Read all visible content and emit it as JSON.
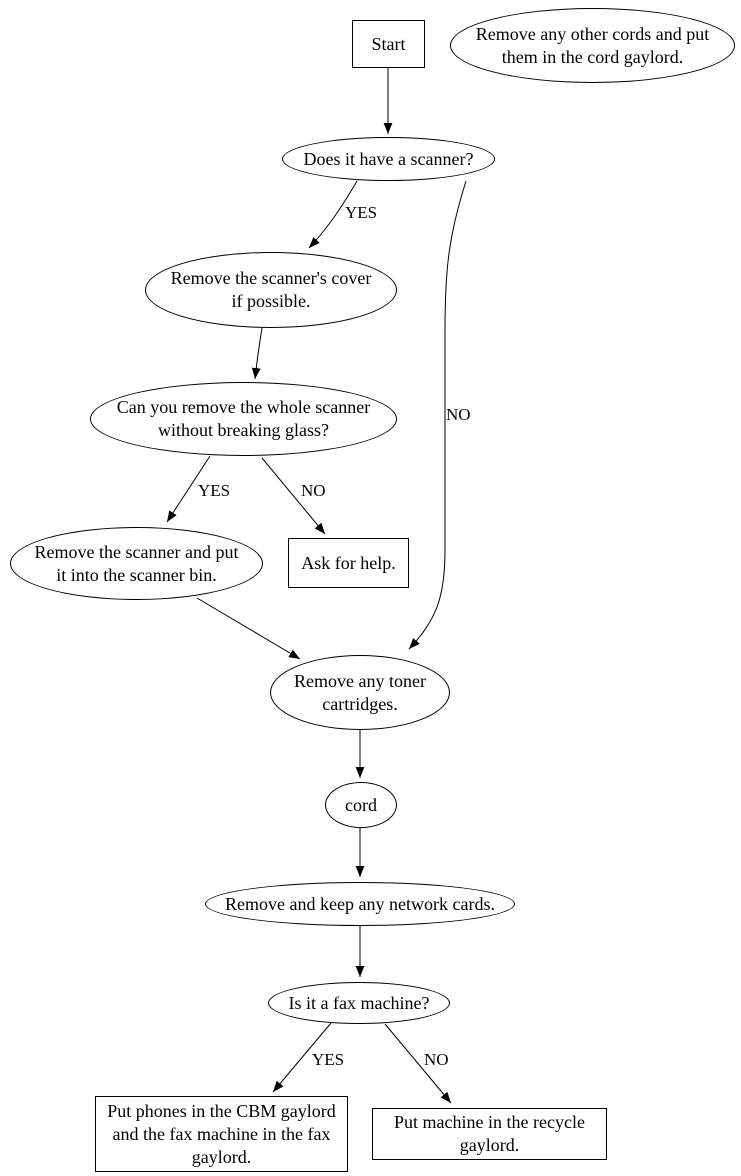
{
  "diagram": {
    "title_hint": "equipment-disassembly-flowchart",
    "colors": {
      "background": "#ffffff",
      "stroke": "#000000",
      "text": "#000000"
    },
    "nodes": {
      "start": {
        "shape": "box",
        "label": "Start"
      },
      "other_cords": {
        "shape": "ellipse",
        "label": "Remove any other cords and put\nthem in the cord gaylord."
      },
      "has_scanner": {
        "shape": "ellipse",
        "label": "Does it have a scanner?"
      },
      "remove_cover": {
        "shape": "ellipse",
        "label": "Remove the scanner's cover\nif possible."
      },
      "remove_whole": {
        "shape": "ellipse",
        "label": "Can you remove the whole scanner\nwithout breaking glass?"
      },
      "scanner_bin": {
        "shape": "ellipse",
        "label": "Remove the scanner and put\nit into the scanner bin."
      },
      "ask_help": {
        "shape": "box",
        "label": "Ask for help."
      },
      "toner": {
        "shape": "ellipse",
        "label": "Remove any toner\ncartridges."
      },
      "cord": {
        "shape": "ellipse",
        "label": "cord"
      },
      "network_cards": {
        "shape": "ellipse",
        "label": "Remove and keep any network cards."
      },
      "fax_machine": {
        "shape": "ellipse",
        "label": "Is it a fax machine?"
      },
      "phones_gaylord": {
        "shape": "box",
        "label": "Put phones in the CBM gaylord\nand the fax machine in the fax\ngaylord."
      },
      "recycle_gaylord": {
        "shape": "box",
        "label": "Put machine in the recycle\ngaylord."
      }
    },
    "edge_labels": {
      "has_scanner_yes": "YES",
      "has_scanner_no": "NO",
      "remove_whole_yes": "YES",
      "remove_whole_no": "NO",
      "fax_yes": "YES",
      "fax_no": "NO"
    }
  }
}
